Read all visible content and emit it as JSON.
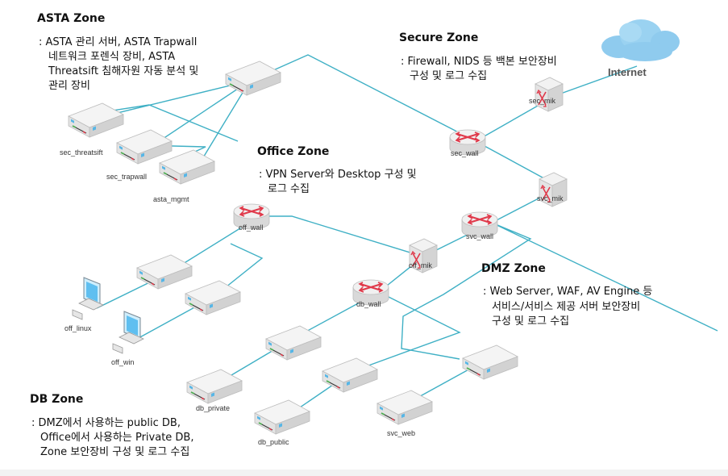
{
  "zones": {
    "asta": {
      "title": "ASTA Zone",
      "lines": [
        ": ASTA 관리 서버, ASTA Trapwall",
        "네트워크 포렌식 장비, ASTA",
        "Threatsift 침해자원 자동 분석 및",
        "관리 장비"
      ]
    },
    "secure": {
      "title": "Secure Zone",
      "lines": [
        ": Firewall, NIDS 등 백본 보안장비",
        "구성 및 로그 수집"
      ]
    },
    "office": {
      "title": "Office Zone",
      "lines": [
        ": VPN Server와 Desktop 구성 및",
        "로그 수집"
      ]
    },
    "dmz": {
      "title": "DMZ Zone",
      "lines": [
        ": Web Server, WAF, AV Engine 등",
        "서비스/서비스 제공 서버 보안장비",
        "구성 및 로그 수집"
      ]
    },
    "db": {
      "title": "DB Zone",
      "lines": [
        ": DMZ에서 사용하는 public DB,",
        "Office에서 사용하는 Private DB,",
        "Zone 보안장비 구성 및 로그 수집"
      ]
    }
  },
  "internet": {
    "label": "Internet"
  },
  "devices": {
    "sec_threatsift": "sec_threatsift",
    "sec_trapwall": "sec_trapwall",
    "asta_mgmt": "asta_mgmt",
    "sec_mik": "sec_mik",
    "sec_wall": "sec_wall",
    "svc_mik": "svc_mik",
    "off_wall": "off_wall",
    "svc_wall": "svc_wall",
    "off_mik": "off_mik",
    "off_linux": "off_linux",
    "off_win": "off_win",
    "db_wall": "db_wall",
    "db_private": "db_private",
    "db_public": "db_public",
    "svc_web": "svc_web"
  },
  "colors": {
    "link": "#3fb0c5",
    "router_arrow": "#e0394a",
    "cloud": "#8fcbee"
  }
}
